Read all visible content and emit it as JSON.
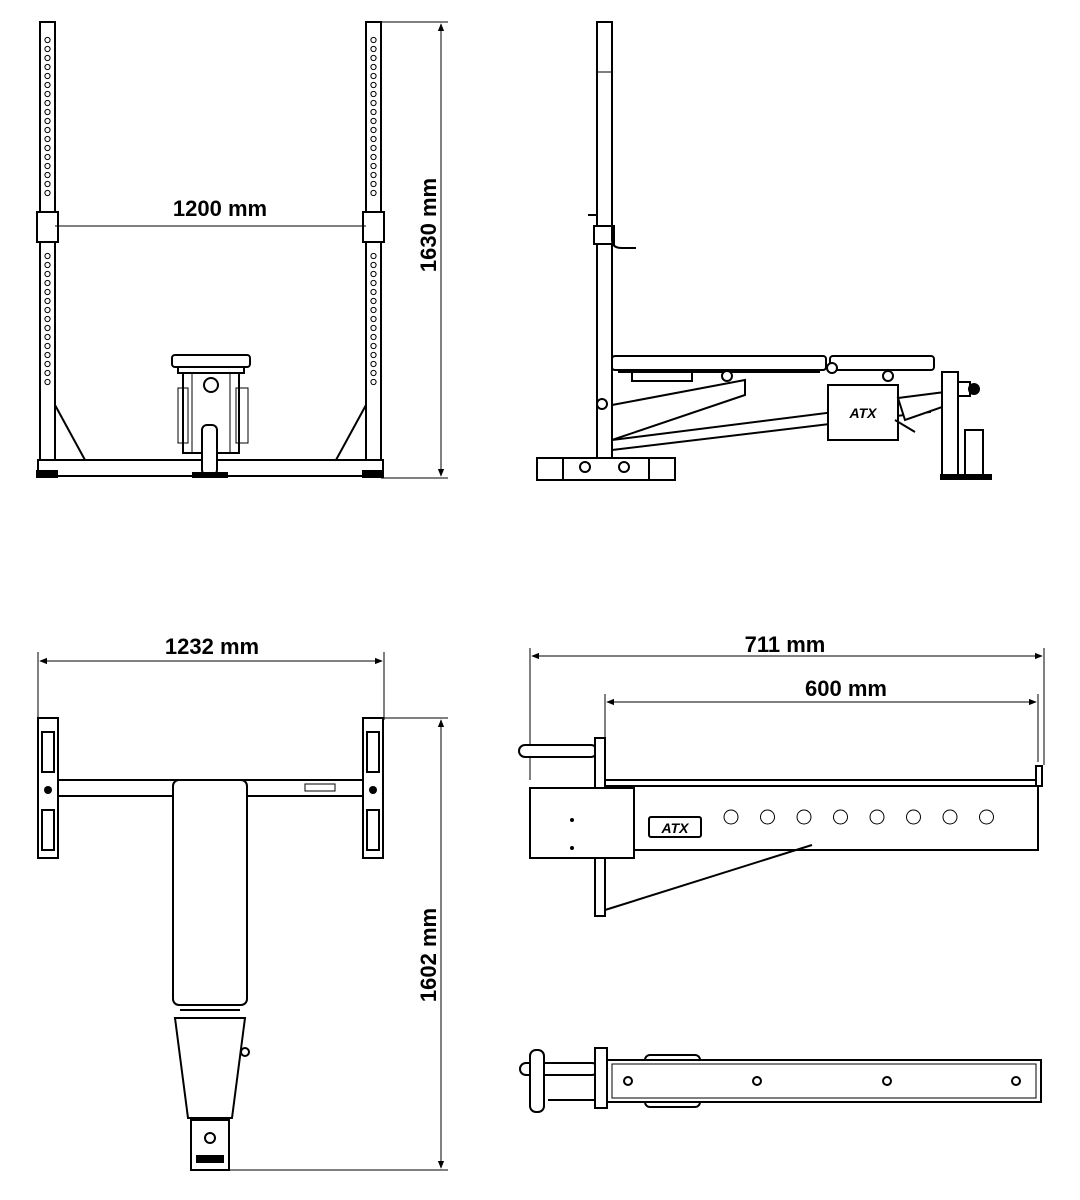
{
  "views": {
    "front": {
      "width_label": "1200 mm",
      "height_label": "1630 mm"
    },
    "side": {
      "brand": "ATX"
    },
    "top": {
      "width_label": "1232 mm",
      "length_label": "1602 mm"
    },
    "spotter_arm": {
      "total_label": "711 mm",
      "usable_label": "600 mm",
      "brand": "ATX"
    }
  }
}
